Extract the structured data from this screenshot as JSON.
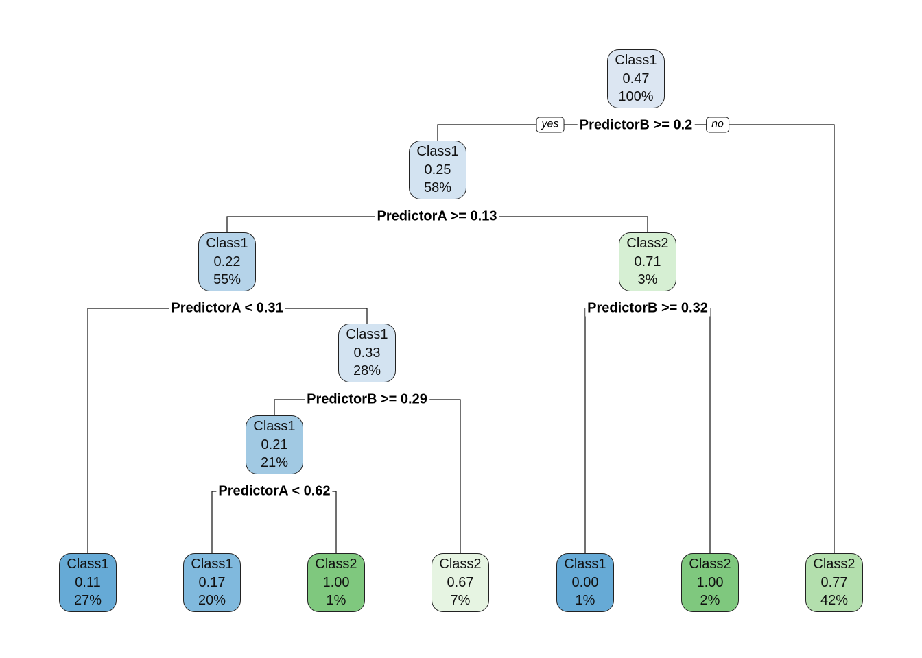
{
  "tree": {
    "edge_labels": {
      "yes": "yes",
      "no": "no"
    },
    "nodes": [
      {
        "id": "n1",
        "class": "Class1",
        "prob": "0.47",
        "pct": "100%",
        "fill": "#dce6f2"
      },
      {
        "id": "n2",
        "class": "Class1",
        "prob": "0.25",
        "pct": "58%",
        "fill": "#d3e3f1"
      },
      {
        "id": "n3",
        "class": "Class1",
        "prob": "0.22",
        "pct": "55%",
        "fill": "#b5d3e9"
      },
      {
        "id": "n4",
        "class": "Class2",
        "prob": "0.71",
        "pct": "3%",
        "fill": "#d6efd3"
      },
      {
        "id": "n5",
        "class": "Class1",
        "prob": "0.33",
        "pct": "28%",
        "fill": "#d3e3f1"
      },
      {
        "id": "n6",
        "class": "Class1",
        "prob": "0.21",
        "pct": "21%",
        "fill": "#a1c9e3"
      },
      {
        "id": "l1",
        "class": "Class1",
        "prob": "0.11",
        "pct": "27%",
        "fill": "#66aad6"
      },
      {
        "id": "l2",
        "class": "Class1",
        "prob": "0.17",
        "pct": "20%",
        "fill": "#80b9dd"
      },
      {
        "id": "l3",
        "class": "Class2",
        "prob": "1.00",
        "pct": "1%",
        "fill": "#7fc87e"
      },
      {
        "id": "l4",
        "class": "Class2",
        "prob": "0.67",
        "pct": "7%",
        "fill": "#e6f4e2"
      },
      {
        "id": "l5",
        "class": "Class1",
        "prob": "0.00",
        "pct": "1%",
        "fill": "#66aad6"
      },
      {
        "id": "l6",
        "class": "Class2",
        "prob": "1.00",
        "pct": "2%",
        "fill": "#7fc87e"
      },
      {
        "id": "l7",
        "class": "Class2",
        "prob": "0.77",
        "pct": "42%",
        "fill": "#b3dfad"
      }
    ],
    "splits": [
      {
        "id": "s1",
        "label": "PredictorB >= 0.2"
      },
      {
        "id": "s2",
        "label": "PredictorA >= 0.13"
      },
      {
        "id": "s3",
        "label": "PredictorA < 0.31"
      },
      {
        "id": "s4",
        "label": "PredictorB >= 0.32"
      },
      {
        "id": "s5",
        "label": "PredictorB >= 0.29"
      },
      {
        "id": "s6",
        "label": "PredictorA < 0.62"
      }
    ]
  }
}
